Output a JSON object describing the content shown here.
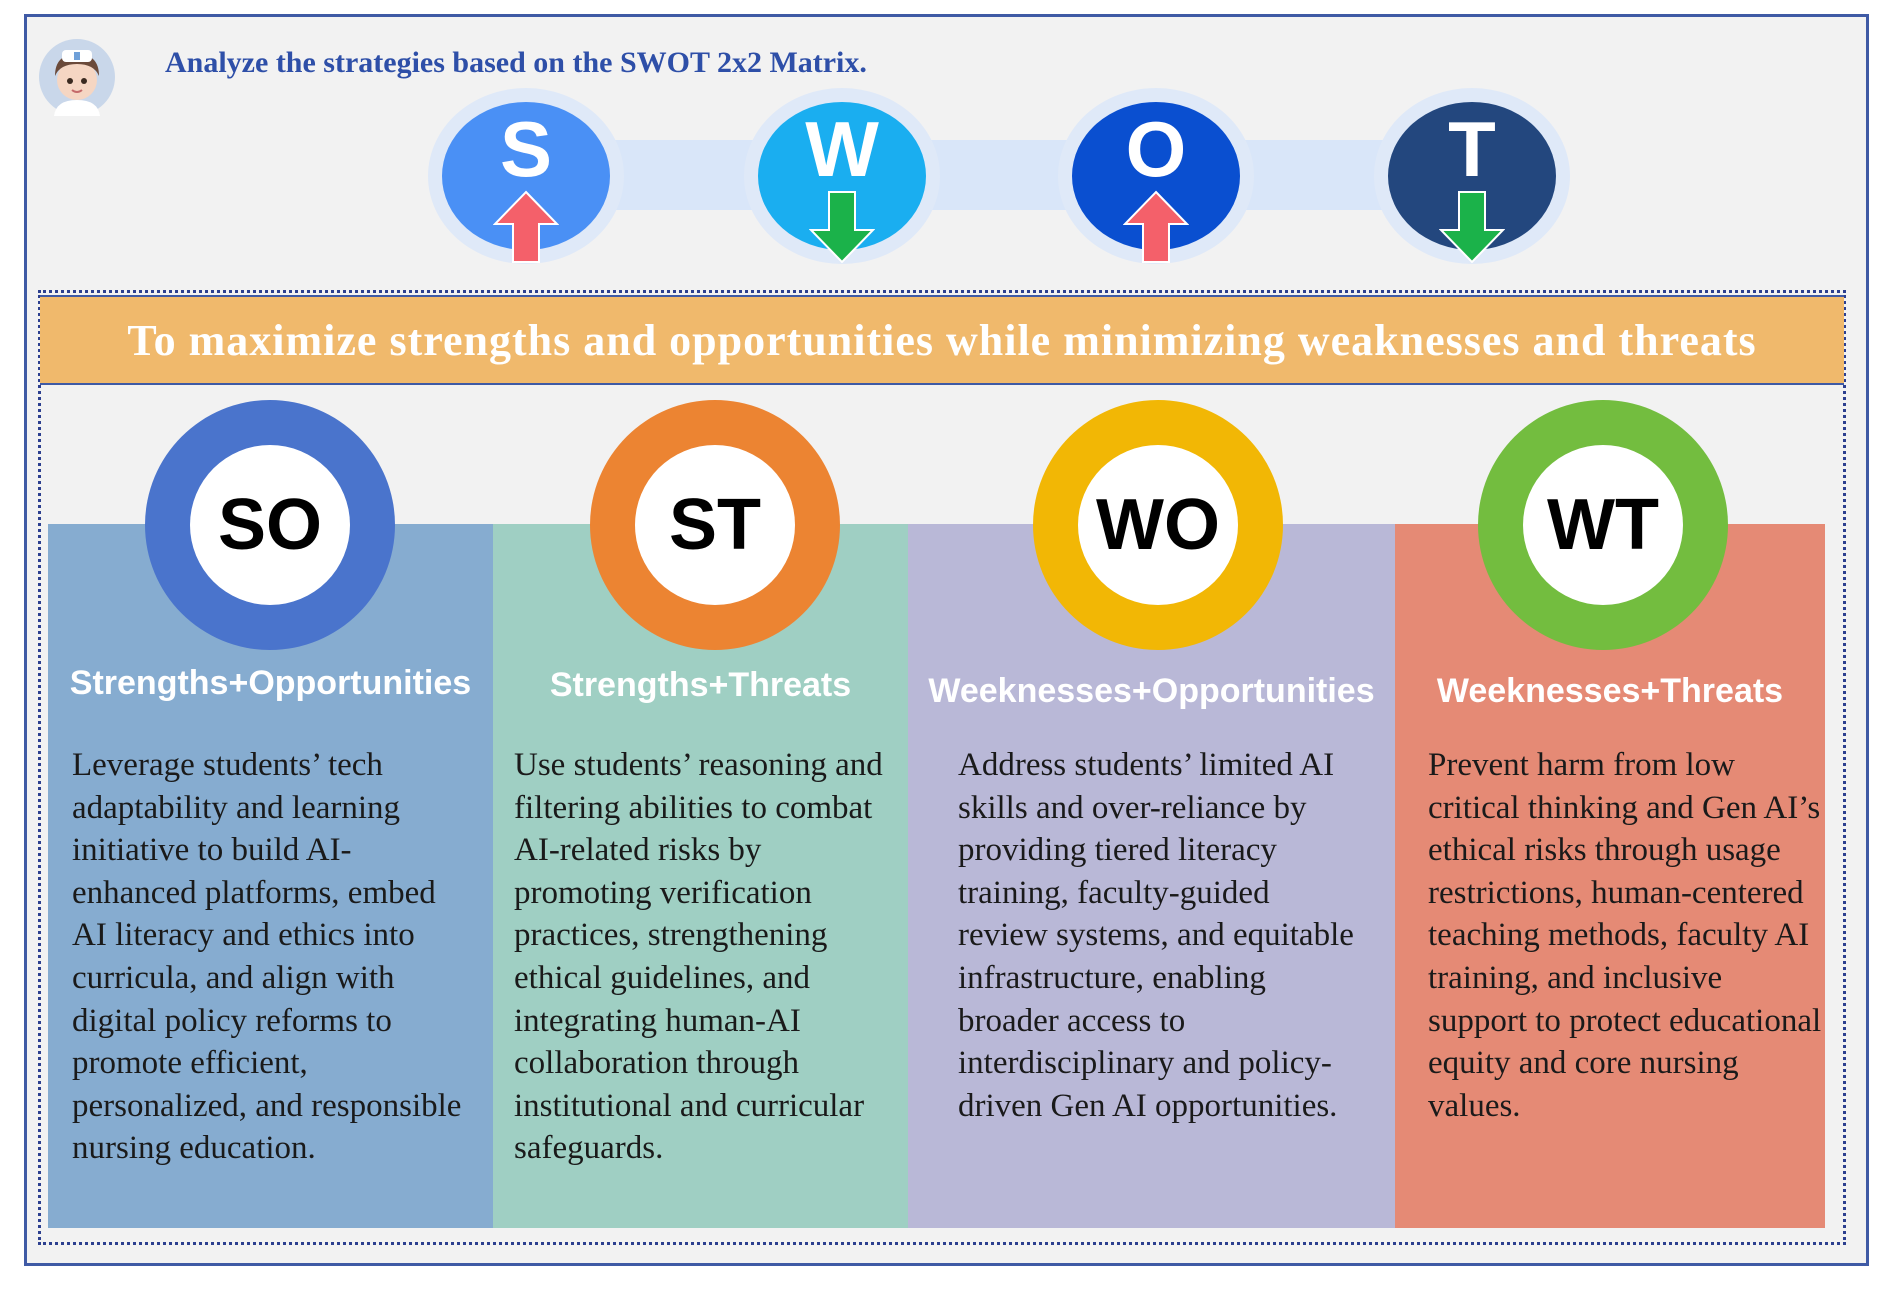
{
  "header": {
    "title": "Analyze the strategies based on the SWOT 2x2 Matrix."
  },
  "swot": [
    {
      "letter": "S",
      "color": "#4a90f5",
      "arrow": "up",
      "arrow_color": "#f4606a"
    },
    {
      "letter": "W",
      "color": "#1aaef0",
      "arrow": "down",
      "arrow_color": "#1bb24a"
    },
    {
      "letter": "O",
      "color": "#0a4fd0",
      "arrow": "up",
      "arrow_color": "#f4606a"
    },
    {
      "letter": "T",
      "color": "#23477e",
      "arrow": "down",
      "arrow_color": "#1bb24a"
    }
  ],
  "banner": {
    "text": "To maximize strengths and opportunities while minimizing weaknesses and threats"
  },
  "strategies": [
    {
      "code": "SO",
      "heading": "Strengths+Opportunities",
      "ring_color": "#4a74cc",
      "panel_color": "#86acd0",
      "body": "Leverage students’ tech adaptability and learning initiative to build AI-enhanced platforms, embed AI literacy and ethics into curricula, and align with digital policy reforms to promote efficient, personalized, and responsible nursing education."
    },
    {
      "code": "ST",
      "heading": "Strengths+Threats",
      "ring_color": "#ec8432",
      "panel_color": "#9fcfc3",
      "body": "Use students’ reasoning and filtering abilities to combat AI-related risks by promoting verification practices, strengthening ethical guidelines, and integrating human-AI collaboration through institutional and curricular safeguards."
    },
    {
      "code": "WO",
      "heading": "Weeknesses+Opportunities",
      "ring_color": "#f2b705",
      "panel_color": "#b9b8d7",
      "body": "Address students’ limited AI skills and over-reliance by providing tiered literacy training, faculty-guided review systems, and equitable infrastructure, enabling broader access to interdisciplinary and policy-driven Gen AI opportunities."
    },
    {
      "code": "WT",
      "heading": "Weeknesses+Threats",
      "ring_color": "#73bd3f",
      "panel_color": "#e58a75",
      "body": "Prevent harm from low critical thinking and Gen AI’s ethical risks through usage restrictions, human-centered teaching methods, faculty AI training, and inclusive support to protect educational equity and core nursing values."
    }
  ]
}
